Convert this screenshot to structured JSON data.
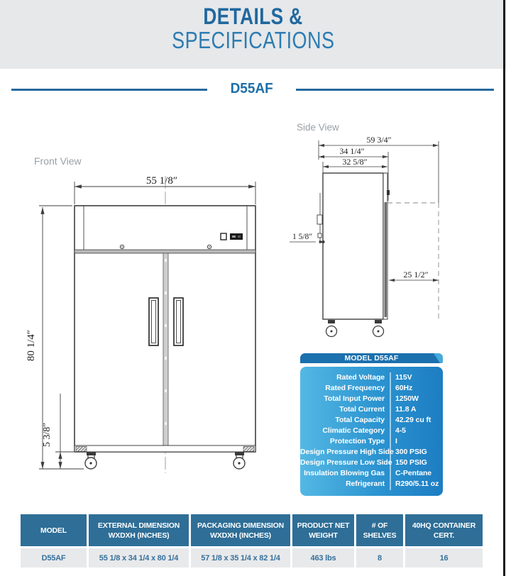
{
  "header": {
    "title_line1": "DETAILS &",
    "title_line2": "SPECIFICATIONS"
  },
  "model_heading": "D55AF",
  "front_view": {
    "label": "Front View",
    "dim_width": "55 1/8″",
    "dim_height": "80 1/4″",
    "dim_caster_height": "5 3/8″"
  },
  "side_view": {
    "label": "Side View",
    "dim_total_depth_door_open": "59 3/4″",
    "dim_depth_with_door": "34 1/4″",
    "dim_body_depth": "32 5/8″",
    "dim_back_clearance": "1 5/8″",
    "dim_door_swing": "25 1/2″"
  },
  "spec_card": {
    "title": "MODEL D55AF",
    "rows": [
      {
        "label": "Rated Voltage",
        "value": "115V"
      },
      {
        "label": "Rated Frequency",
        "value": "60Hz"
      },
      {
        "label": "Total Input Power",
        "value": "1250W"
      },
      {
        "label": "Total Current",
        "value": "11.8 A"
      },
      {
        "label": "Total Capacity",
        "value": "42.29 cu ft"
      },
      {
        "label": "Climatic Category",
        "value": "4-5"
      },
      {
        "label": "Protection Type",
        "value": "I"
      },
      {
        "label": "Design Pressure High Side",
        "value": "300 PSIG"
      },
      {
        "label": "Design Pressure Low Side",
        "value": "150 PSIG"
      },
      {
        "label": "Insulation Blowing Gas",
        "value": "C-Pentane"
      },
      {
        "label": "Refrigerant",
        "value": "R290/5.11 oz"
      }
    ]
  },
  "summary_table": {
    "columns": [
      "MODEL",
      "EXTERNAL DIMENSION WXDXH (INCHES)",
      "PACKAGING DIMENSION WXDXH (INCHES)",
      "PRODUCT NET WEIGHT",
      "# OF SHELVES",
      "40HQ CONTAINER CERT."
    ],
    "row": [
      "D55AF",
      "55 1/8 x 34 1/4 x 80 1/4",
      "57 1/8 x 35 1/4 x 82 1/4",
      "463 lbs",
      "8",
      "16"
    ]
  },
  "colors": {
    "accent_blue": "#1d6fa8",
    "title_bold_blue": "#20689f",
    "title_light_blue": "#2e7cb1",
    "header_band_gray": "#e6e8ea",
    "spec_header_blue": "#1b70ae",
    "spec_gradient_left": "#54b8e4",
    "spec_gradient_right": "#1d7dc2",
    "table_header_blue": "#2e6e97",
    "table_row_gray": "#e8e9eb"
  }
}
